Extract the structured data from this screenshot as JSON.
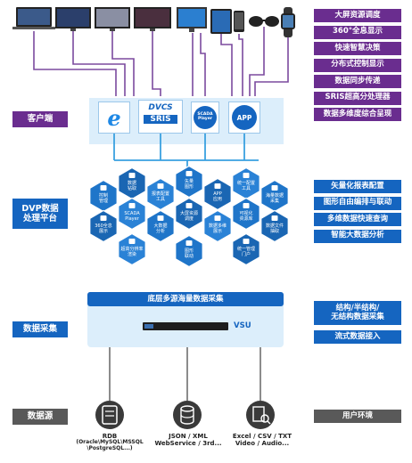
{
  "left_labels": {
    "client": "客户端",
    "platform": "DVP数据\n处理平台",
    "collection": "数据采集",
    "source": "数据源"
  },
  "top_features": [
    "大屏资源调度",
    "360°全息显示",
    "快速智慧决策",
    "分布式控制显示",
    "数据同步传递",
    "SRIS超高分处理器",
    "数据多维度综合呈现"
  ],
  "platform_features": [
    "矢量化报表配置",
    "图形自由编排与联动",
    "多维数据快速查询",
    "智能大数据分析"
  ],
  "collection_features": [
    "结构/半结构/\n无结构数据采集",
    "流式数据接入"
  ],
  "source_feature": "用户环境",
  "client_apps": {
    "dvcs": "DVCS",
    "sris": "SRIS",
    "scada": "SCADA\nPlayer",
    "app": "APP"
  },
  "hexagons": [
    "控制\n管理",
    "数据\n钻取",
    "报表配置\n工具",
    "矢量\n图形",
    "APP\n应用",
    "统一配置\n工具",
    "海量数据\n采集",
    "360全息\n展示",
    "SCADA\nPlayer",
    "大数据\n分析",
    "大屏资源\n调度",
    "数据多维\n展示",
    "可视化\n资源库",
    "数据文件\n抽取",
    "超高分辨率\n渲染",
    "图形\n联动",
    "统一管理\n门户"
  ],
  "collection_bar": {
    "title": "底层多源海量数据采集",
    "vsu": "VSU"
  },
  "sources": [
    {
      "title": "RDB",
      "detail": "(Oracle\\MySQL\\MSSQL\n\\PostgreSQL...)"
    },
    {
      "title": "JSON / XML",
      "detail": "WebService / 3rd..."
    },
    {
      "title": "Excel / CSV / TXT",
      "detail": "Video / Audio..."
    }
  ],
  "colors": {
    "purple": "#6a2d8f",
    "blue": "#1565c0",
    "gray": "#595959",
    "line_purple": "#7b4a9e",
    "line_blue": "#3aa0e0",
    "hex_blue": "#1f75c9",
    "panel": "#dceefb"
  }
}
